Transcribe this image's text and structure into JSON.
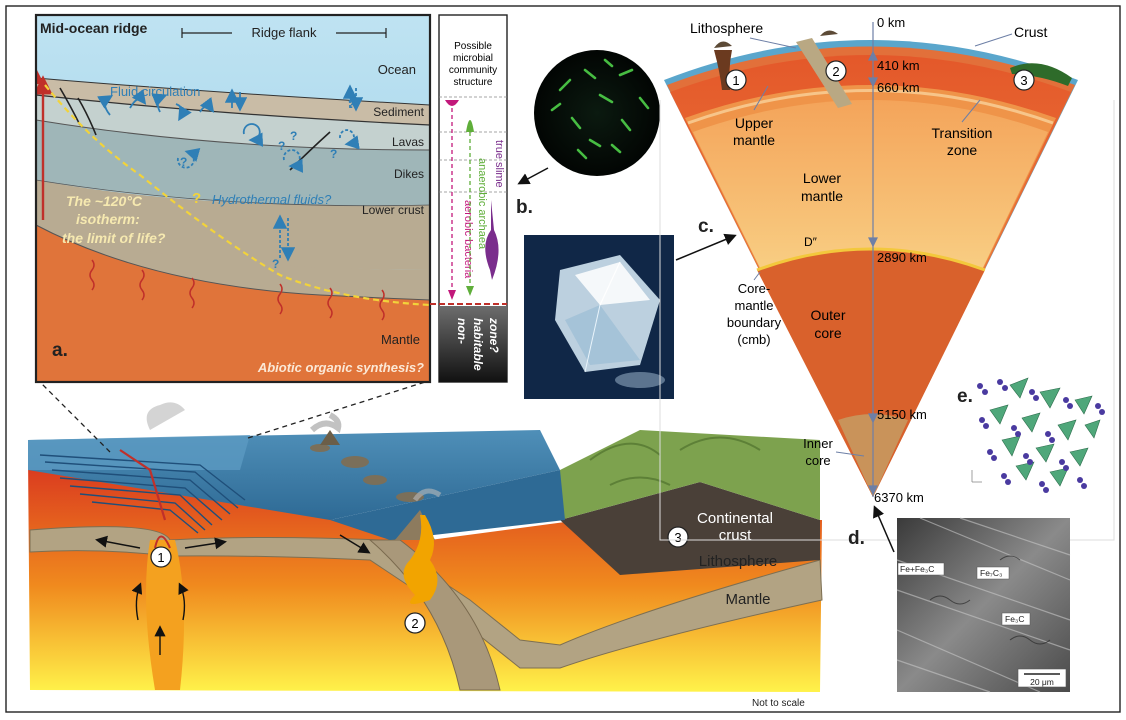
{
  "colors": {
    "ocean": "#a8d6ea",
    "sediment": "#c9bca6",
    "lavas": "#b8c7c6",
    "dikes": "#9fb6b8",
    "lower_crust": "#b8ab92",
    "mantle": "#e0743a",
    "fluid": "#2f7fb6",
    "isotherm": "#f2d33a",
    "heat": "#c0302a",
    "purple": "#7a2d8c",
    "magenta": "#c2187b",
    "green": "#5fae3a",
    "crust_blue": "#4aa0c8",
    "outer_core": "#d9612c",
    "inner_core": "#c9935a"
  },
  "panel_a": {
    "title": "Mid-ocean ridge",
    "flank": "Ridge flank",
    "layers": {
      "ocean": "Ocean",
      "sediment": "Sediment",
      "lavas": "Lavas",
      "dikes": "Dikes",
      "lower_crust": "Lower crust",
      "mantle": "Mantle"
    },
    "fluid_circulation": "Fluid circulation",
    "hydrothermal": "Hydrothermal fluids?",
    "isotherm_line1": "The ~120°C",
    "isotherm_line2": "isotherm:",
    "isotherm_line3": "the limit of life?",
    "question": "?",
    "abiotic": "Abiotic organic synthesis?",
    "letter": "a."
  },
  "microbial": {
    "header1": "Possible",
    "header2": "microbial",
    "header3": "community",
    "header4": "structure",
    "true_slime": "true slime",
    "archaea": "anaerobic archaea",
    "bacteria": "aerobic bacteria",
    "non_habitable1": "non-",
    "non_habitable2": "habitable",
    "non_habitable3": "zone?"
  },
  "panel_b": {
    "letter": "b."
  },
  "panel_c": {
    "letter": "c.",
    "lithosphere": "Lithosphere",
    "crust": "Crust",
    "upper_mantle1": "Upper",
    "upper_mantle2": "mantle",
    "transition1": "Transition",
    "transition2": "zone",
    "lower_mantle1": "Lower",
    "lower_mantle2": "mantle",
    "d_double_prime": "D″",
    "cmb1": "Core-",
    "cmb2": "mantle",
    "cmb3": "boundary",
    "cmb4": "(cmb)",
    "outer_core1": "Outer",
    "outer_core2": "core",
    "inner_core1": "Inner",
    "inner_core2": "core",
    "depths": [
      "0 km",
      "410 km",
      "660 km",
      "2890 km",
      "5150 km",
      "6370 km"
    ],
    "markers": [
      "1",
      "2",
      "3"
    ]
  },
  "panel_d": {
    "letter": "d.",
    "label1": "Fe+Fe₃C",
    "label2": "Fe₇C₃",
    "label3": "Fe₃C",
    "scale": "20 μm"
  },
  "panel_e": {
    "letter": "e."
  },
  "block": {
    "continental1": "Continental",
    "continental2": "crust",
    "lithosphere": "Lithosphere",
    "mantle": "Mantle",
    "markers": [
      "1",
      "2",
      "3"
    ],
    "not_to_scale": "Not to scale"
  }
}
